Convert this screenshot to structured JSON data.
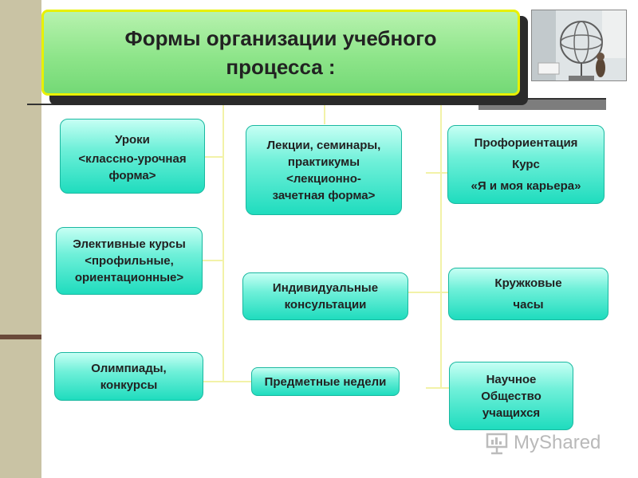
{
  "title": {
    "line1": "Формы организации учебного",
    "line2": "процесса :"
  },
  "nodes": {
    "lessons": [
      "Уроки",
      "<классно-урочная",
      "форма>"
    ],
    "lectures": [
      "Лекции, семинары,",
      "практикумы",
      "<лекционно-",
      "зачетная форма>"
    ],
    "career": [
      "Профориентация",
      "Курс",
      "«Я и моя карьера»"
    ],
    "electives": [
      "Элективные курсы",
      "<профильные,",
      "ориентационные>"
    ],
    "consultations": [
      "Индивидуальные",
      "консультации"
    ],
    "clubs": [
      "Кружковые",
      "часы"
    ],
    "olympiads": [
      "Олимпиады,",
      "конкурсы"
    ],
    "subject_weeks": [
      "Предметные недели"
    ],
    "society": [
      "Научное",
      "Общество",
      "учащихся"
    ]
  },
  "watermark": {
    "text": "MyShared"
  },
  "colors": {
    "title_fill": "#8ee58a",
    "title_border": "#e8f000",
    "node_fill": "#6ff0d9",
    "connector": "#f2f2a8",
    "left_strip": "#c9c3a4"
  }
}
